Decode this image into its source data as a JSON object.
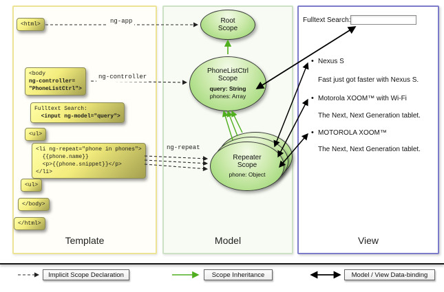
{
  "columns": {
    "template": {
      "label": "Template"
    },
    "model": {
      "label": "Model"
    },
    "view": {
      "label": "View"
    }
  },
  "labels": {
    "ng_app": "ng-app",
    "ng_controller": "ng-controller",
    "ng_repeat": "ng-repeat"
  },
  "template": {
    "boxes": [
      {
        "lines": [
          "<html>"
        ]
      },
      {
        "lines": [
          "<body",
          "ng-controller=",
          "\"PhoneListCtrl\">"
        ]
      },
      {
        "lines": [
          "Fulltext Search:",
          "  <input ng-model=\"query\">"
        ]
      },
      {
        "lines": [
          "<ul>"
        ]
      },
      {
        "lines": [
          "<li ng-repeat=\"phone in phones\">",
          "  {{phone.name}}",
          "  <p>{{phone.snippet}}</p>",
          "</li>"
        ]
      },
      {
        "lines": [
          "<ul>"
        ]
      },
      {
        "lines": [
          "</body>"
        ]
      },
      {
        "lines": [
          "</html>"
        ]
      }
    ]
  },
  "model": {
    "root_scope": {
      "title": "Root Scope"
    },
    "phonelist_scope": {
      "title": "PhoneListCtrl Scope",
      "props": [
        "query: String",
        "phones: Array"
      ]
    },
    "repeater_scope": {
      "title": "Repeater Scope",
      "props": [
        "phone: Object"
      ]
    }
  },
  "view": {
    "search_label": "Fulltext Search:",
    "search_value": "",
    "items": [
      {
        "title": "Nexus S",
        "snippet": "Fast just got faster with Nexus S."
      },
      {
        "title": "Motorola XOOM™ with Wi-Fi",
        "snippet": "The Next, Next Generation tablet."
      },
      {
        "title": "MOTOROLA XOOM™",
        "snippet": "The Next, Next Generation tablet."
      }
    ]
  },
  "legend": {
    "implicit": "Implicit Scope Declaration",
    "inheritance": "Scope Inheritance",
    "binding": "Model / View Data-binding"
  },
  "colors": {
    "code_box_yellow": "#f3ec7d",
    "scope_green": "#93d368",
    "inheritance_green": "#4fae1e",
    "template_border": "#ede395",
    "model_border": "#cde2c4",
    "view_border": "#7b7bca"
  }
}
